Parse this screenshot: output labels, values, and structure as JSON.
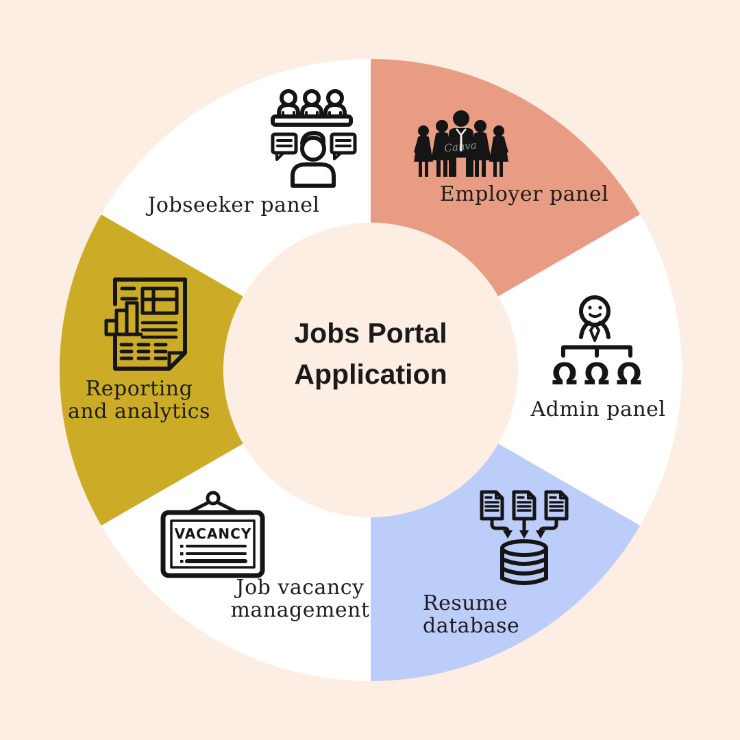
{
  "title": {
    "line1": "Jobs Portal",
    "line2": "Application"
  },
  "colors": {
    "background": "#fdeee3",
    "segment_white": "#ffffff",
    "employer": "#e89c83",
    "resume": "#bdcdfa",
    "reporting": "#ccab27",
    "icon": "#151515",
    "label_text": "#1d1d1d"
  },
  "segments": {
    "jobseeker": {
      "label": "Jobseeker panel",
      "icon": "interview-panel-icon"
    },
    "employer": {
      "label": "Employer panel",
      "icon": "employee-group-icon",
      "watermark": "Canva"
    },
    "admin": {
      "label": "Admin panel",
      "icon": "org-chart-icon"
    },
    "resume": {
      "label": "Resume database",
      "line1": "Resume",
      "line2": "database",
      "icon": "documents-to-database-icon"
    },
    "vacancy": {
      "label": "Job vacancy management",
      "line1": "Job vacancy",
      "line2": "management",
      "icon": "vacancy-sign-icon",
      "sign_text": "VACANCY"
    },
    "reporting": {
      "label": "Reporting and analytics",
      "line1": "Reporting",
      "line2": "and analytics",
      "icon": "report-analytics-icon"
    }
  }
}
